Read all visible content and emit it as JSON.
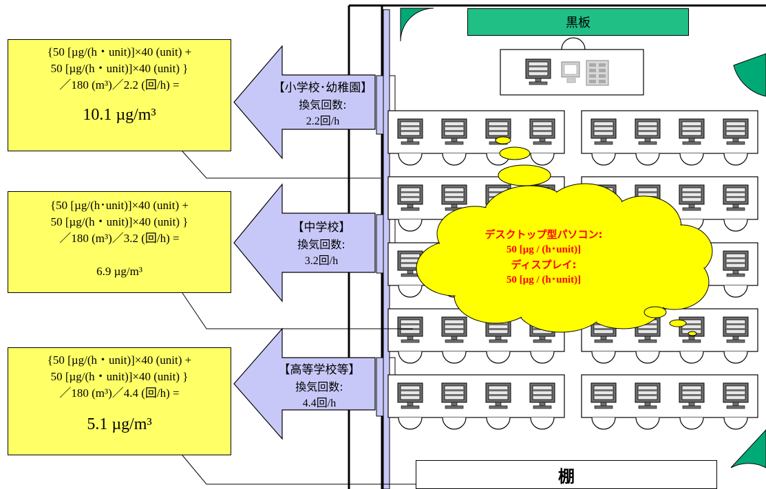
{
  "board_label": "黒板",
  "shelf_label": "棚",
  "emission_note": {
    "line1": "デスクトップ型パソコン:",
    "line2": "50 [µg / (h･unit)]",
    "line3": "ディスプレイ:",
    "line4": "50 [µg / (h･unit)]"
  },
  "calculations": [
    {
      "line1": "{50 [µg/(h・unit)]×40 (unit) +",
      "line2": "50 [µg/(h・unit)]×40 (unit) }",
      "line3": "／180 (m³)／2.2 (回/h) =",
      "result": "10.1 µg/m³"
    },
    {
      "line1": "{50 [µg/(h･unit)]×40 (unit) +",
      "line2": "50 [µg/(h・unit)]×40 (unit) }",
      "line3": "／180 (m³)／3.2 (回/h) =",
      "result": "6.9 µg/m³"
    },
    {
      "line1": "{50 [µg/(h・unit)]×40 (unit) +",
      "line2": "50 [µg/(h・unit)]×40 (unit) }",
      "line3": "／180 (m³)／4.4 (回/h) =",
      "result": "5.1 µg/m³"
    }
  ],
  "ventilation": [
    {
      "school": "【小学校･幼稚園】",
      "label": "換気回数:",
      "rate": "2.2回/h"
    },
    {
      "school": "【中学校】",
      "label": "換気回数:",
      "rate": "3.2回/h"
    },
    {
      "school": "【高等学校等】",
      "label": "換気回数:",
      "rate": "4.4回/h"
    }
  ],
  "colors": {
    "calc_box": "#ffff66",
    "arrow": "#c8c8f8",
    "board": "#1fbf86",
    "door": "#00aa77",
    "cloud": "#ffff00",
    "cloud_text": "#ff0000",
    "monitor": "#707070"
  },
  "icons": [
    "monitor-icon",
    "computer-icon",
    "tower-icon",
    "door-swing-icon",
    "chair-icon"
  ]
}
